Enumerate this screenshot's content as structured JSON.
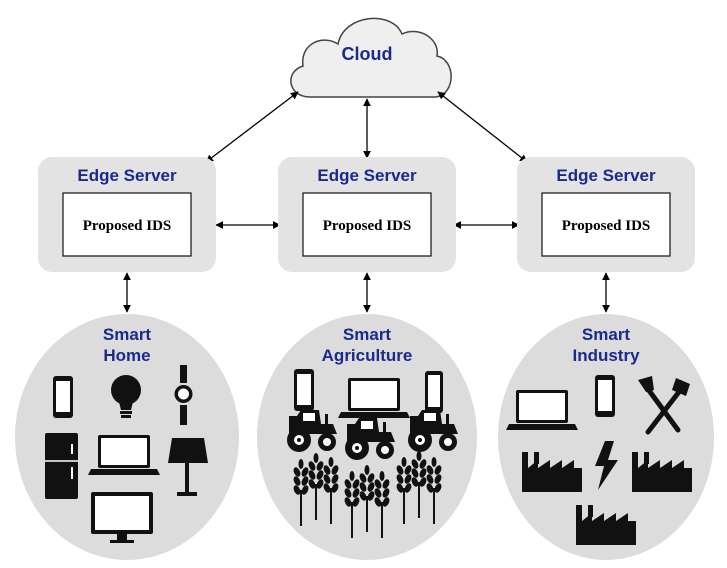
{
  "cloud": {
    "label": "Cloud"
  },
  "edge_servers": [
    {
      "title": "Edge Server",
      "box_label": "Proposed IDS"
    },
    {
      "title": "Edge Server",
      "box_label": "Proposed IDS"
    },
    {
      "title": "Edge Server",
      "box_label": "Proposed IDS"
    }
  ],
  "domains": [
    {
      "line1": "Smart",
      "line2": "Home",
      "icons": [
        "smartphone-icon",
        "lightbulb-icon",
        "smartwatch-icon",
        "refrigerator-icon",
        "laptop-icon",
        "lamp-icon",
        "monitor-icon"
      ]
    },
    {
      "line1": "Smart",
      "line2": "Agriculture",
      "icons": [
        "smartphone-icon",
        "laptop-icon",
        "tablet-icon",
        "tractor-icon",
        "wheat-icon"
      ]
    },
    {
      "line1": "Smart",
      "line2": "Industry",
      "icons": [
        "laptop-icon",
        "smartphone-icon",
        "tools-icon",
        "factory-icon",
        "lightning-icon"
      ]
    }
  ],
  "colors": {
    "label_blue": "#1a2a8c",
    "panel_gray": "#e3e3e3",
    "ellipse_gray": "#dcdcdc"
  }
}
